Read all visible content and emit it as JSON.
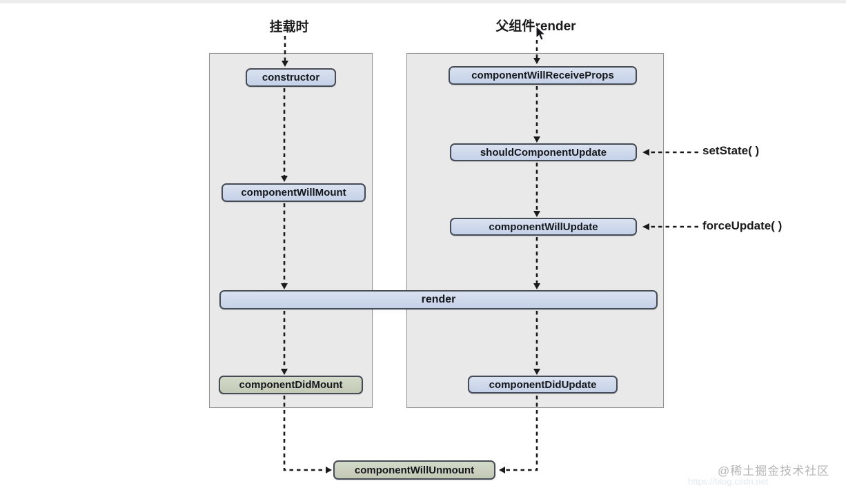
{
  "diagram": {
    "mount_column": {
      "title": "挂载时",
      "nodes": [
        {
          "label": "constructor",
          "style": "blue"
        },
        {
          "label": "componentWillMount",
          "style": "blue"
        },
        {
          "label": "componentDidMount",
          "style": "green"
        }
      ]
    },
    "update_column": {
      "title": "父组件render",
      "nodes": [
        {
          "label": "componentWillReceiveProps",
          "style": "blue"
        },
        {
          "label": "shouldComponentUpdate",
          "style": "blue"
        },
        {
          "label": "componentWillUpdate",
          "style": "blue"
        },
        {
          "label": "componentDidUpdate",
          "style": "blue"
        }
      ]
    },
    "shared_nodes": {
      "render": {
        "label": "render",
        "style": "blue"
      },
      "unmount": {
        "label": "componentWillUnmount",
        "style": "green"
      }
    },
    "triggers": [
      {
        "label": "setState( )",
        "target": "shouldComponentUpdate"
      },
      {
        "label": "forceUpdate( )",
        "target": "componentWillUpdate"
      }
    ],
    "icons": {
      "cursor": "mouse-cursor-icon"
    },
    "colors": {
      "panel_fill": "#e9e9e9",
      "panel_border": "#919191",
      "node_blue_fill": "#cdd8ec",
      "node_green_fill": "#cbd2bf",
      "node_border": "#454c55",
      "arrow": "#1a1a1a",
      "text": "#14171b",
      "watermark": "#b5b5b5"
    }
  },
  "watermark": {
    "text": "@稀土掘金技术社区",
    "url": "https://blog.csdn.net"
  }
}
